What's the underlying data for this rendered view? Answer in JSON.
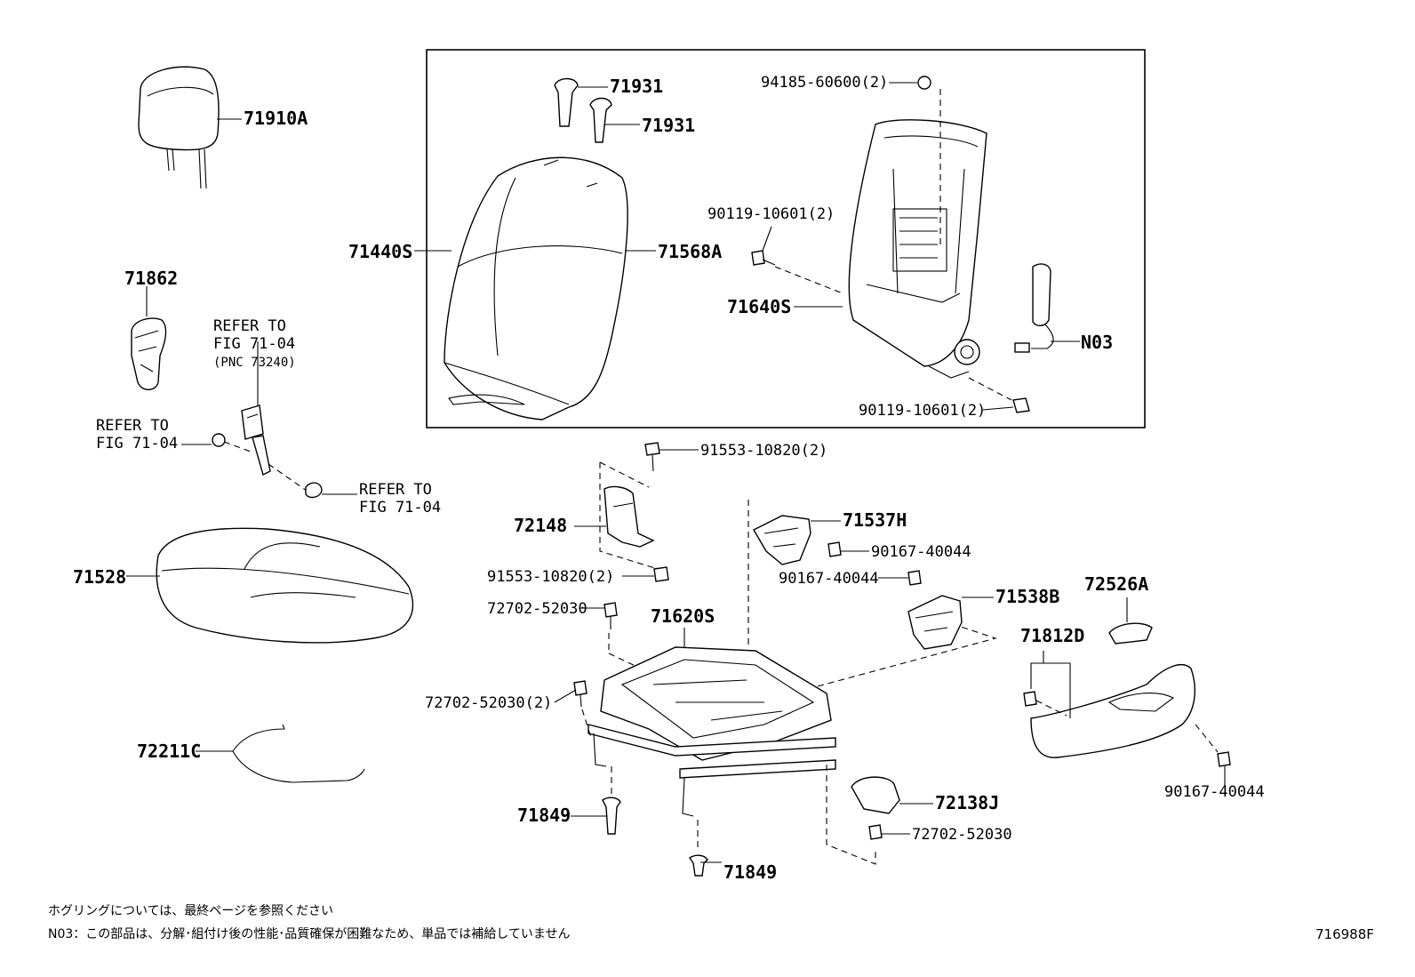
{
  "labels": {
    "l71910a": "71910A",
    "l71862": "71862",
    "l71931a": "71931",
    "l71931b": "71931",
    "l71440s": "71440S",
    "l71568a": "71568A",
    "l94185": "94185-60600(2)",
    "l90119a": "90119-10601(2)",
    "l71640s": "71640S",
    "ln03": "N03",
    "l90119b": "90119-10601(2)",
    "l91553a": "91553-10820(2)",
    "l72148": "72148",
    "l91553b": "91553-10820(2)",
    "l72702a": "72702-52030",
    "l71620s": "71620S",
    "l71537h": "71537H",
    "l90167a": "90167-40044",
    "l90167b": "90167-40044",
    "l71538b": "71538B",
    "l72526a": "72526A",
    "l71812d": "71812D",
    "l72702b": "72702-52030(2)",
    "l71528": "71528",
    "l72211c": "72211C",
    "l71849a": "71849",
    "l71849b": "71849",
    "l72138j": "72138J",
    "l72702c": "72702-52030",
    "l90167c": "90167-40044"
  },
  "refer_notes": {
    "r1_line1": "REFER TO",
    "r1_line2": "FIG 71-04",
    "r1_line3": "(PNC 73240)",
    "r2_line1": "REFER TO",
    "r2_line2": "FIG 71-04",
    "r3_line1": "REFER TO",
    "r3_line2": "FIG 71-04"
  },
  "footer": {
    "note1": "ホグリングについては、最終ページを参照ください",
    "note2": "N03：この部品は、分解･組付け後の性能･品質確保が困難なため、単品では補給していません",
    "figure_id": "716988F"
  }
}
